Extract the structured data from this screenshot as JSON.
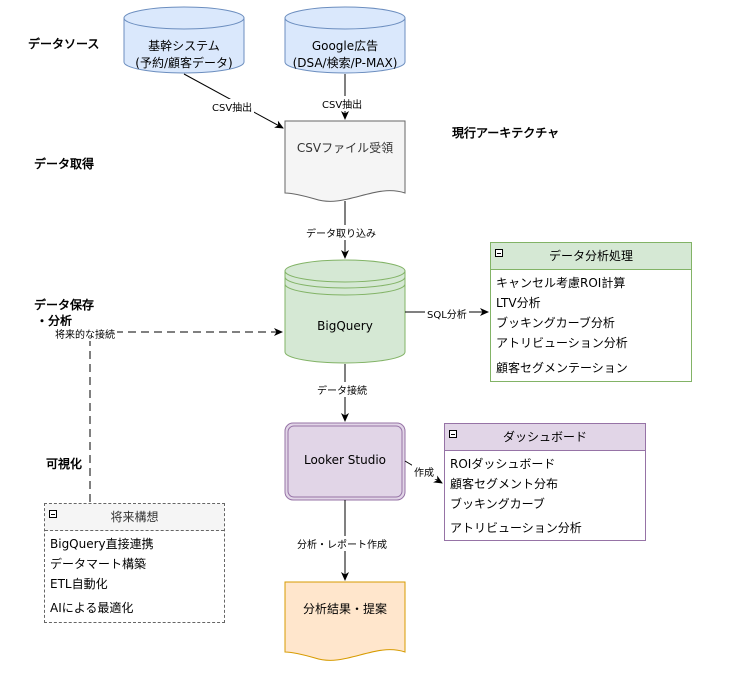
{
  "title": "現行アーキテクチャ",
  "stages": {
    "data_source": "データソース",
    "data_acquisition": "データ取得",
    "data_storage_line1": "データ保存",
    "data_storage_line2": "・分析",
    "visualization": "可視化"
  },
  "nodes": {
    "core_system": {
      "line1": "基幹システム",
      "line2": "(予約/顧客データ)"
    },
    "google_ads": {
      "line1": "Google広告",
      "line2": "(DSA/検索/P-MAX)"
    },
    "csv_receive": "CSVファイル受領",
    "bigquery": "BigQuery",
    "looker_studio": "Looker Studio",
    "results": "分析結果・提案"
  },
  "edges": {
    "csv_extract_left": "CSV抽出",
    "csv_extract_right": "CSV抽出",
    "data_import": "データ取り込み",
    "sql_analysis": "SQL分析",
    "data_connection": "データ接続",
    "create": "作成",
    "analysis_report": "分析・レポート作成",
    "future_connection": "将来的な接続"
  },
  "panels": {
    "analysis": {
      "title": "データ分析処理",
      "items": [
        "キャンセル考慮ROI計算",
        "LTV分析",
        "ブッキングカーブ分析",
        "アトリビューション分析",
        "顧客セグメンテーション"
      ]
    },
    "dashboard": {
      "title": "ダッシュボード",
      "items": [
        "ROIダッシュボード",
        "顧客セグメント分布",
        "ブッキングカーブ",
        "アトリビューション分析"
      ]
    },
    "future": {
      "title": "将来構想",
      "items": [
        "BigQuery直接連携",
        "データマート構築",
        "ETL自動化",
        "AIによる最適化"
      ]
    }
  },
  "colors": {
    "blue_fill": "#dae8fc",
    "blue_stroke": "#6c8ebf",
    "green_fill": "#d5e8d4",
    "green_stroke": "#82b366",
    "purple_fill": "#e1d5e7",
    "purple_stroke": "#9673a6",
    "orange_fill": "#ffe6cc",
    "orange_stroke": "#d79b00",
    "gray_fill": "#f5f5f5",
    "gray_stroke": "#666666"
  }
}
